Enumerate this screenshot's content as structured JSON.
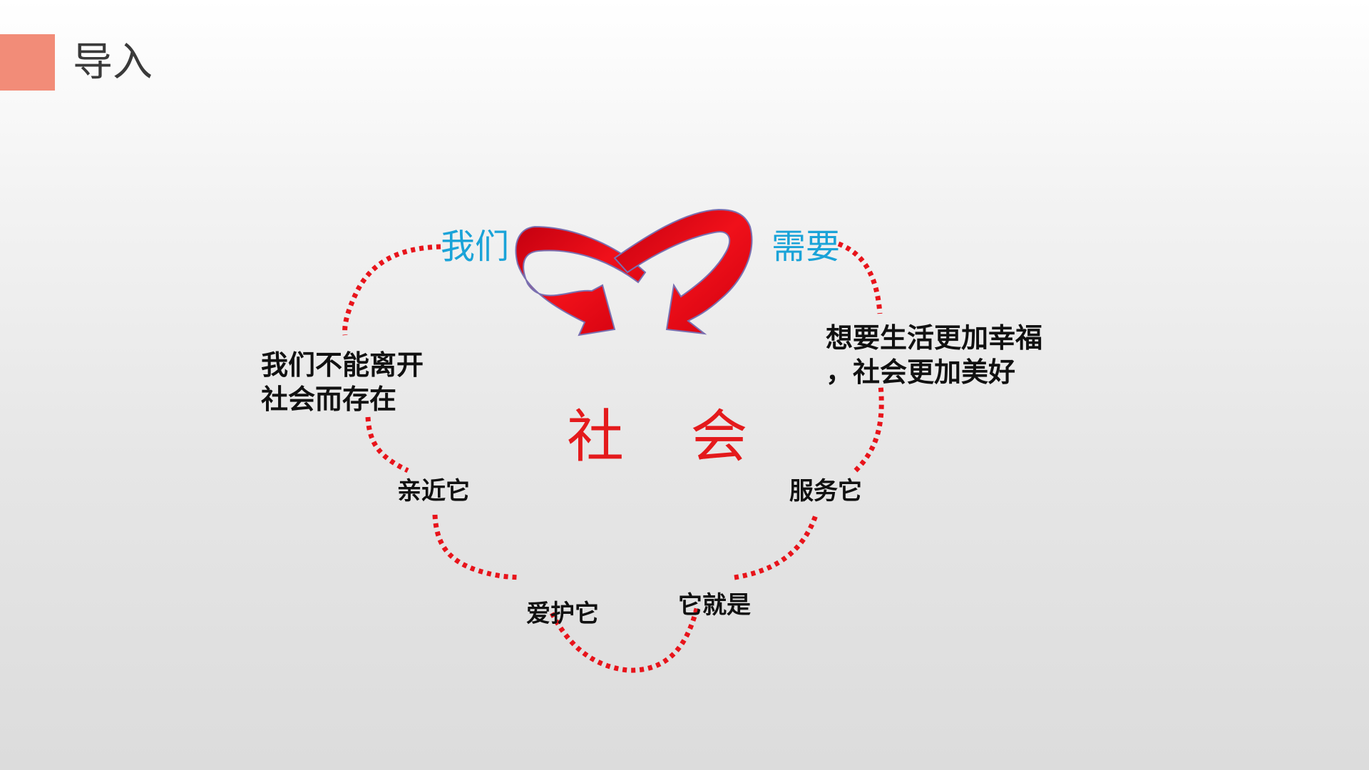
{
  "header": {
    "title": "导入",
    "accent_color": "#f28c78"
  },
  "diagram": {
    "center": {
      "text": "社 会",
      "color": "#e41a1c"
    },
    "top_left": "我们",
    "top_right": "需要",
    "left_lines": [
      "我们不能离开",
      "社会而存在"
    ],
    "right_lines": [
      "想要生活更加幸福",
      "，社会更加美好"
    ],
    "nodes": {
      "approach": "亲近它",
      "protect": "爱护它",
      "is_it": "它就是",
      "serve": "服务它"
    },
    "label_blue": "#1aa3d8",
    "dotted_color": "#e8141b",
    "arrow_color": "#e8101a"
  }
}
